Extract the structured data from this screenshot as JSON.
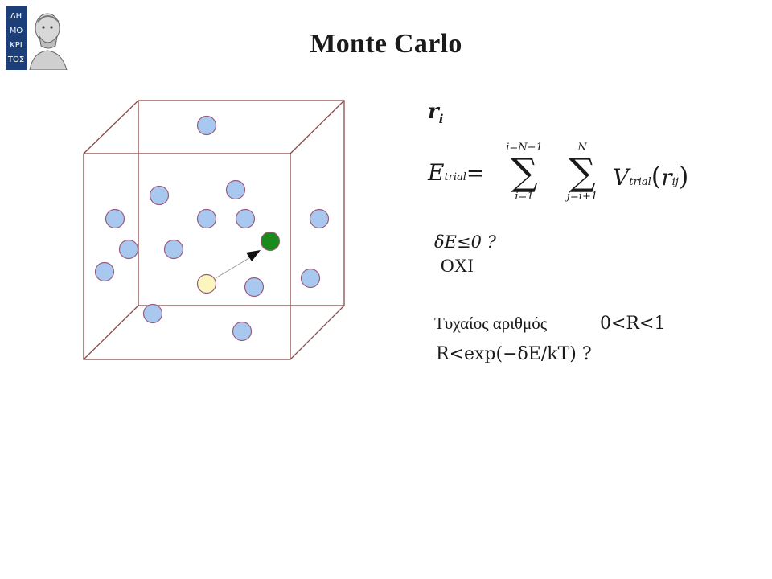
{
  "slide": {
    "title": "Monte Carlo",
    "logo_text": "ΔΗΜΟΚΡΙΤΟΣ",
    "logo_glyphs": [
      "ΔΗ",
      "ΜΟ",
      "ΚΡΙ",
      "ΤΟΣ"
    ]
  },
  "equations": {
    "r_i": {
      "base": "r",
      "sub": "i"
    },
    "energy": {
      "lhs_base": "E",
      "lhs_sub": "trial",
      "equals": "=",
      "sum1_upper": "i=N−1",
      "sum1_lower": "i=1",
      "sum2_upper": "N",
      "sum2_lower": "j=i+1",
      "sigma": "∑",
      "v_base": "V",
      "v_sub": "trial",
      "paren_open": "(",
      "r_base": "r",
      "r_sub": "ij",
      "paren_close": ")"
    },
    "condition": "δE≤0 ?",
    "answer": "OXI",
    "random_label": "Τυχαίος αριθμός",
    "random_range": "0<R<1",
    "acceptance": "R<exp(−δE/kT) ?"
  },
  "colors": {
    "box_line": "#8a4a4a",
    "particle_fill": "#a8c8f0",
    "particle_stroke": "#9a5b7b",
    "new_position_fill": "#1a8a1a",
    "old_position_fill": "#fbf5c0",
    "arrow": "#888888",
    "logo_bg": "#1c3f7a"
  },
  "icons": {
    "logo": "democritus-bust-logo"
  }
}
